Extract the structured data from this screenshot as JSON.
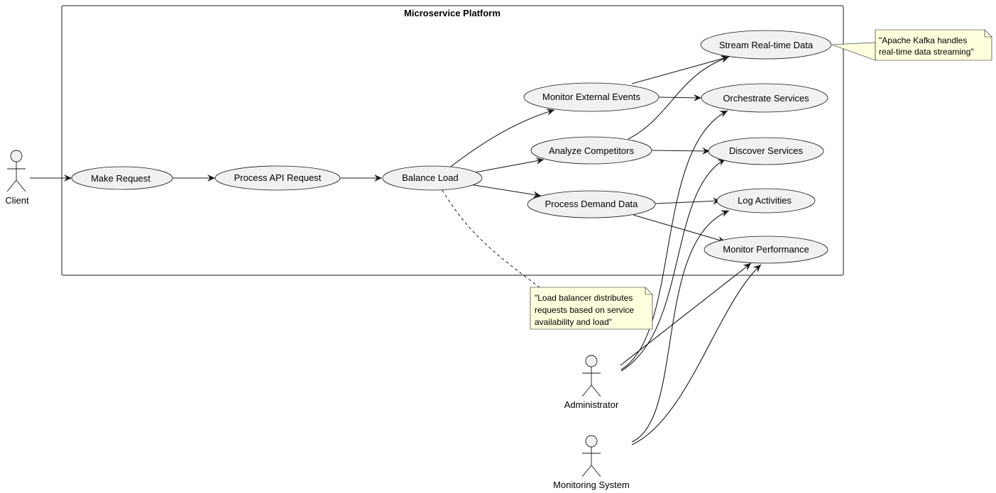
{
  "diagram": {
    "title": "Microservice Platform",
    "actors": {
      "client": "Client",
      "administrator": "Administrator",
      "monitoring": "Monitoring System"
    },
    "use_cases": {
      "make_request": "Make Request",
      "process_api_request": "Process API Request",
      "balance_load": "Balance Load",
      "monitor_external_events": "Monitor External Events",
      "analyze_competitors": "Analyze Competitors",
      "process_demand_data": "Process Demand Data",
      "stream_realtime_data": "Stream Real-time Data",
      "orchestrate_services": "Orchestrate Services",
      "discover_services": "Discover Services",
      "log_activities": "Log Activities",
      "monitor_performance": "Monitor Performance"
    },
    "notes": {
      "kafka": [
        "\"Apache Kafka handles",
        "real-time data streaming\""
      ],
      "load_balancer": [
        "\"Load balancer distributes",
        "requests based on service",
        "availability and load\""
      ]
    }
  },
  "colors": {
    "use_case_fill": "#f1f1f1",
    "note_fill": "#feffdd",
    "line": "#181818"
  }
}
